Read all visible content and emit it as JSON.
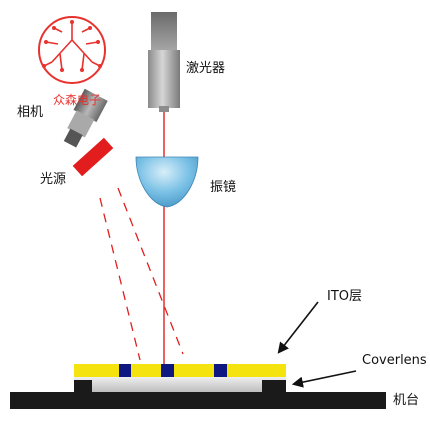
{
  "labels": {
    "camera": "相机",
    "light_source": "光源",
    "laser": "激光器",
    "galvo": "振镜",
    "ito_layer": "ITO层",
    "coverlens": "Coverlens",
    "machine_table": "机台"
  },
  "watermark": {
    "text": "众森电子"
  },
  "colors": {
    "laser_beam": "#e0201e",
    "ito_layer": "#f4e30e",
    "light_source": "#e21d1d",
    "watermark": "#e8322e",
    "table": "#1a1a1a",
    "dark_blocks": "#0f1780",
    "galvo_lens": "#5fb3dd"
  },
  "icons": [
    "camera-icon",
    "laser-emitter-icon",
    "galvo-lens-icon",
    "light-source-icon",
    "logo-icon"
  ]
}
